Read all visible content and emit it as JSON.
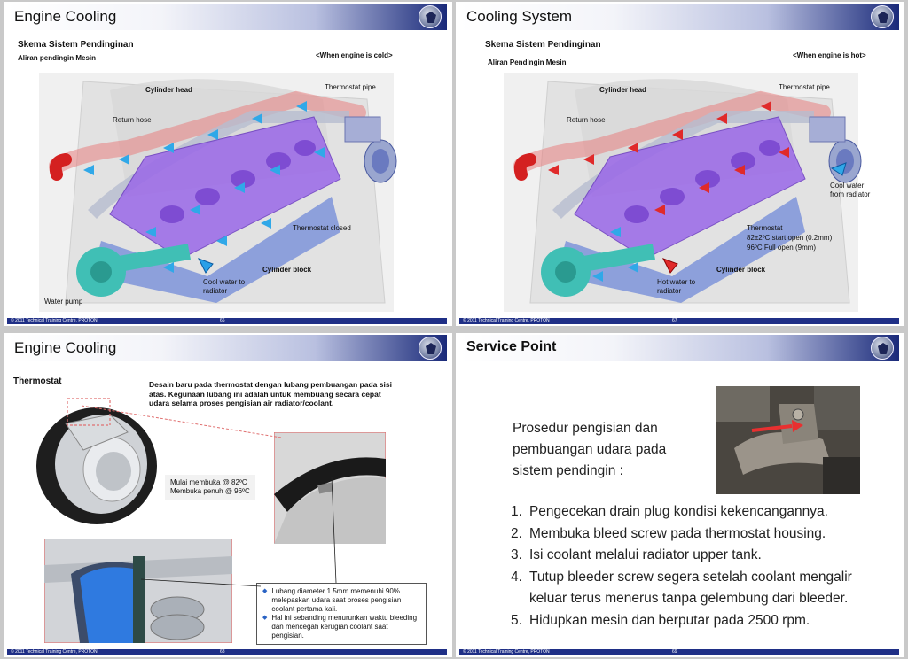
{
  "slides": [
    {
      "title": "Engine Cooling",
      "heading": "Skema Sistem Pendinginan",
      "subheading": "Aliran pendingin Mesin",
      "condition": "<When engine is  cold>",
      "labels": {
        "cylinder_head": "Cylinder head",
        "thermostat_pipe": "Thermostat pipe",
        "return_hose": "Return hose",
        "thermostat_closed": "Thermostat closed",
        "cylinder_block": "Cylinder block",
        "cool_water_l1": "Cool water to",
        "cool_water_l2": "radiator",
        "water_pump": "Water pump"
      },
      "footer": "© 2011 Technical Training Centre, PROTON",
      "page": "66"
    },
    {
      "title": "Cooling System",
      "heading": "Skema Sistem Pendinginan",
      "subheading": "Aliran Pendingin Mesin",
      "condition": "<When engine is  hot>",
      "labels": {
        "cylinder_head": "Cylinder head",
        "thermostat_pipe": "Thermostat pipe",
        "return_hose": "Return hose",
        "cool_water_l1": "Cool water",
        "cool_water_l2": "from radiator",
        "thermostat_l1": "Thermostat",
        "thermostat_l2": "82±2ºC start open (0.2mm)",
        "thermostat_l3": "96ºC Full open (9mm)",
        "cylinder_block": "Cylinder block",
        "hot_water_l1": "Hot water to",
        "hot_water_l2": "radiator"
      },
      "footer": "© 2011 Technical Training Centre, PROTON",
      "page": "67"
    },
    {
      "title": "Engine Cooling",
      "heading": "Thermostat",
      "desc_l1": "Desain baru pada thermostat dengan lubang pembuangan pada sisi",
      "desc_l2": "atas. Kegunaan lubang ini adalah untuk membuang secara cepat",
      "desc_l3": "udara selama proses pengisian air radiator/coolant.",
      "temp_l1": "Mulai membuka @ 82ºC",
      "temp_l2": "Membuka penuh @ 96ºC",
      "bullets": [
        "Lubang diameter 1.5mm memenuhi 90% melepaskan udara saat proses pengisian coolant pertama kali.",
        "Hal ini sebanding menurunkan waktu bleeding dan mencegah kerugian coolant saat pengisian."
      ],
      "footer": "© 2011 Technical Training Centre, PROTON",
      "page": "68"
    },
    {
      "title": "Service Point",
      "intro": "Prosedur pengisian dan pembuangan udara pada sistem pendingin :",
      "steps": [
        {
          "num": "1.",
          "text": "Pengecekan drain plug kondisi kekencangannya."
        },
        {
          "num": "2.",
          "text": "Membuka bleed screw pada thermostat housing."
        },
        {
          "num": "3.",
          "text": "Isi coolant melalui radiator upper tank."
        },
        {
          "num": "4.",
          "text": "Tutup bleeder screw segera setelah coolant mengalir keluar terus menerus tanpa gelembung dari bleeder."
        },
        {
          "num": "5.",
          "text": "Hidupkan mesin dan berputar pada 2500 rpm."
        }
      ],
      "footer": "© 2011 Technical Training Centre, PROTON",
      "page": "69"
    }
  ],
  "colors": {
    "header_dark": "#1a2a7a",
    "footer": "#1f2f86",
    "coolant_purple": "#8a55e0",
    "pump_teal": "#3fb8b0",
    "hot_red": "#e03030",
    "cold_blue": "#3aa0e0",
    "callout_red": "#e07070"
  },
  "icons": [
    "proton-logo-icon",
    "flow-arrow-icon",
    "bullet-diamond-icon"
  ]
}
